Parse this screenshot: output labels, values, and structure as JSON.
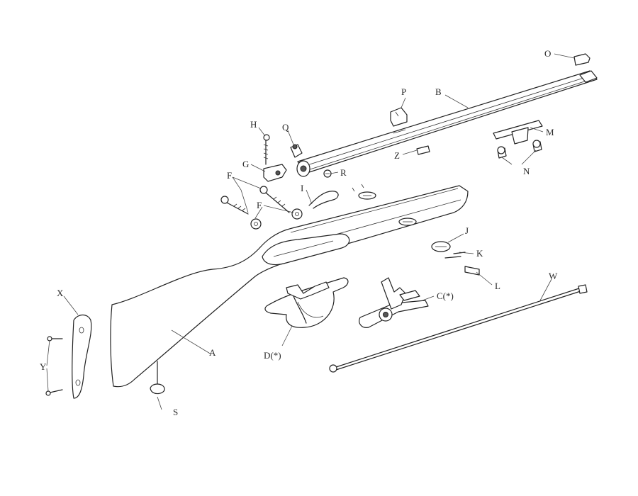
{
  "diagram": {
    "labels": {
      "A": "A",
      "B": "B",
      "C": "C(*)",
      "D": "D(*)",
      "F1": "F",
      "F2": "F",
      "G": "G",
      "H": "H",
      "I": "I",
      "J": "J",
      "K": "K",
      "L": "L",
      "M": "M",
      "N": "N",
      "O": "O",
      "P": "P",
      "Q": "Q",
      "R": "R",
      "S": "S",
      "W": "W",
      "X": "X",
      "Y": "Y",
      "Z": "Z"
    }
  }
}
